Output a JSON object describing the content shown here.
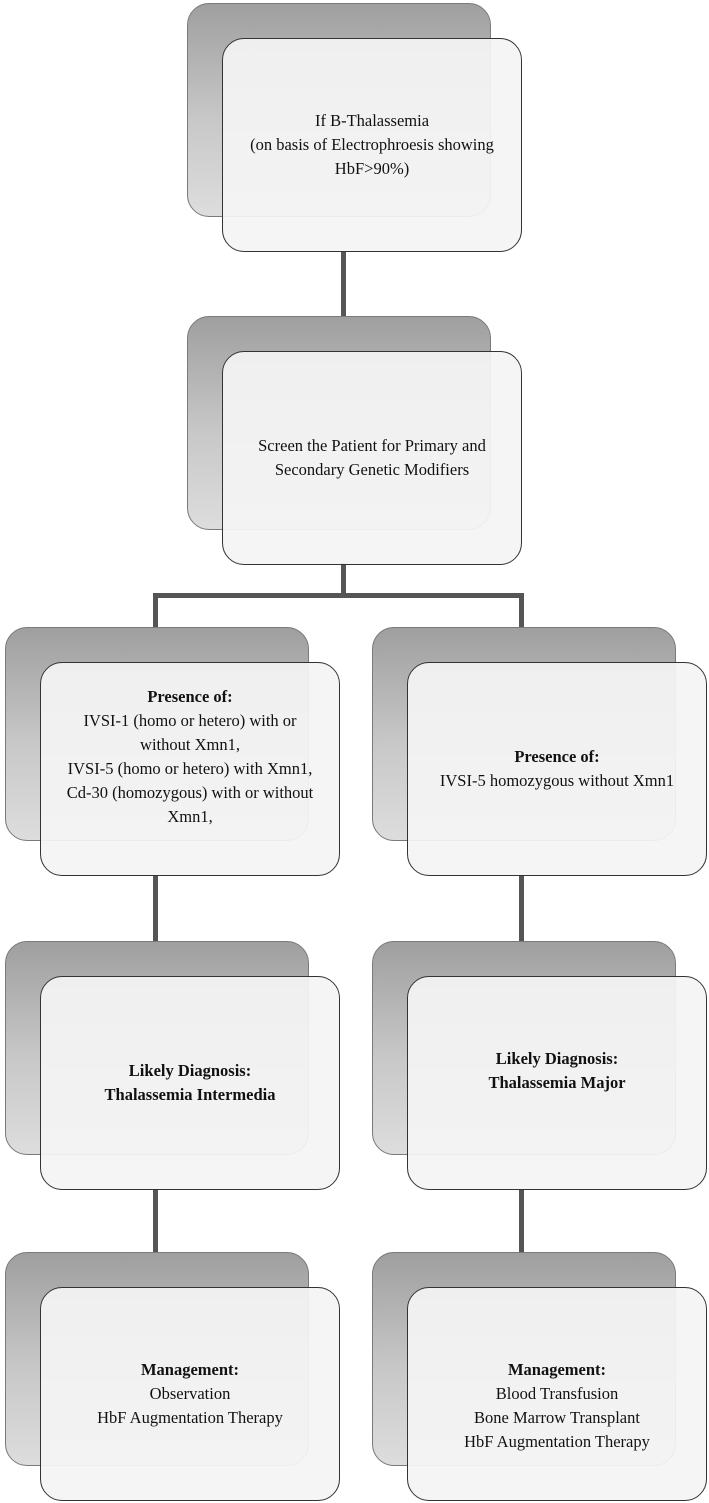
{
  "nodes": {
    "start": {
      "lines": [
        "If B-Thalassemia",
        "(on basis of Electrophroesis showing",
        "HbF>90%)"
      ]
    },
    "screen": {
      "lines": [
        "Screen the Patient for Primary and",
        "Secondary Genetic Modifiers"
      ]
    },
    "presence_left": {
      "heading": "Presence of:",
      "lines": [
        "IVSI-1 (homo or hetero) with or",
        "without Xmn1,",
        "IVSI-5 (homo or hetero) with Xmn1,",
        "Cd-30 (homozygous) with or without",
        "Xmn1,"
      ]
    },
    "presence_right": {
      "heading": "Presence of:",
      "lines": [
        "IVSI-5 homozygous without Xmn1"
      ]
    },
    "diagnosis_left": {
      "heading": "Likely Diagnosis:",
      "value": "Thalassemia Intermedia"
    },
    "diagnosis_right": {
      "heading": "Likely Diagnosis:",
      "value": "Thalassemia Major"
    },
    "management_left": {
      "heading": "Management:",
      "lines": [
        "Observation",
        "HbF Augmentation Therapy"
      ]
    },
    "management_right": {
      "heading": "Management:",
      "lines": [
        "Blood Transfusion",
        "Bone Marrow Transplant",
        "HbF Augmentation Therapy"
      ]
    }
  }
}
